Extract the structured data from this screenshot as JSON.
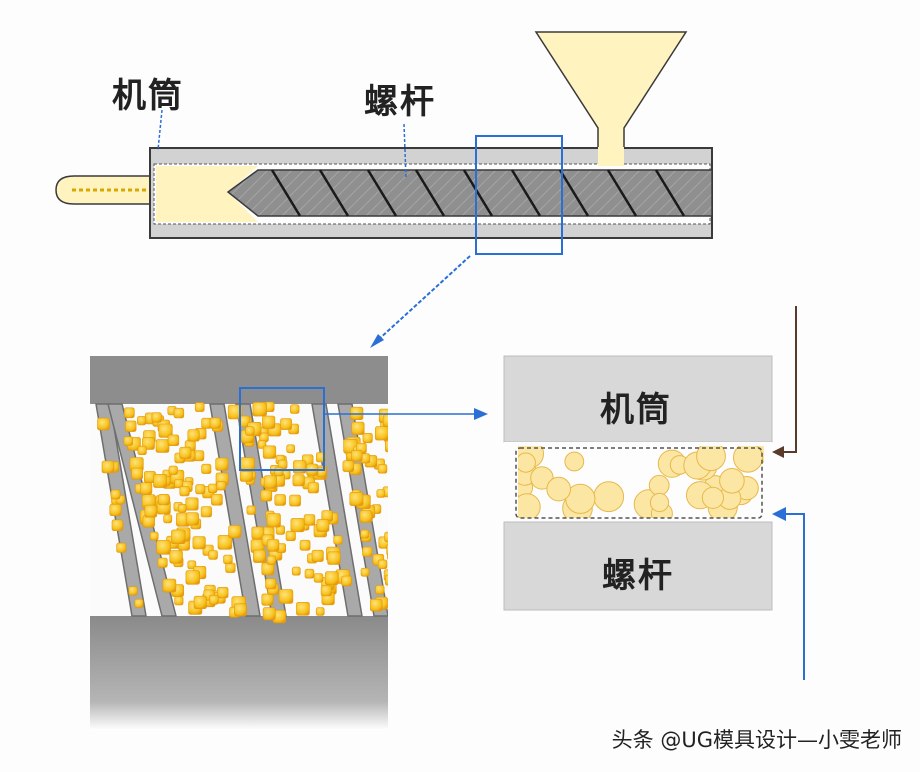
{
  "labels": {
    "barrel_top": "机筒",
    "screw_top": "螺杆",
    "barrel_detail": "机筒",
    "screw_detail": "螺杆"
  },
  "watermark": "头条 @UG模具设计—小雯老师",
  "colors": {
    "barrel": "#d2d2d2",
    "barrel_outline": "#3a3a3a",
    "screw": "#8f8f8f",
    "melt": "#fff3c0",
    "pellet": "#f6c21c",
    "pellet_edge": "#f0a010",
    "highlight": "#2a6fd6",
    "detail_gray": "#8d8d8d",
    "detail_light": "#d8d8d8"
  }
}
